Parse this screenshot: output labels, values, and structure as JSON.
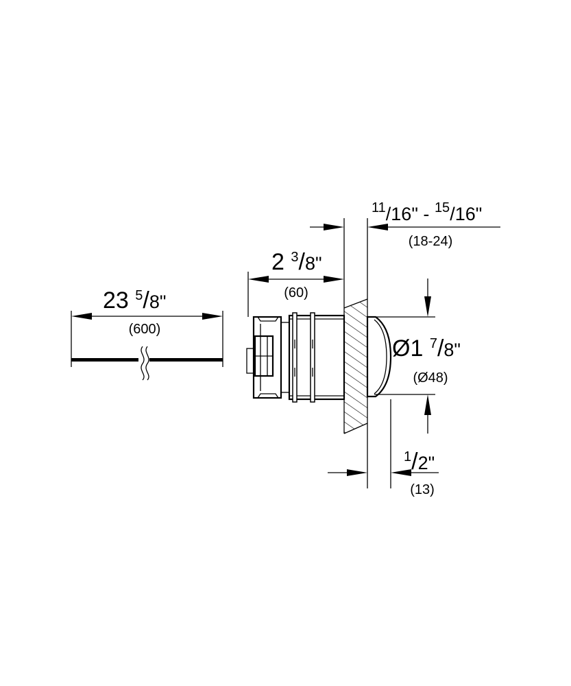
{
  "dimensions": {
    "length": {
      "whole": "23",
      "num": "5",
      "den": "8\"",
      "metric": "(600)"
    },
    "depth": {
      "whole": "2",
      "num": "3",
      "den": "8\"",
      "metric": "(60)"
    },
    "wall": {
      "num_a": "11",
      "den_a": "16\"",
      "sep": "-",
      "num_b": "15",
      "den_b": "16\"",
      "metric": "(18-24)"
    },
    "diameter": {
      "whole": "Ø1",
      "num": "7",
      "den": "8\"",
      "metric": "(Ø48)"
    },
    "projection": {
      "num": "1",
      "den": "2\"",
      "metric": "(13)"
    }
  }
}
